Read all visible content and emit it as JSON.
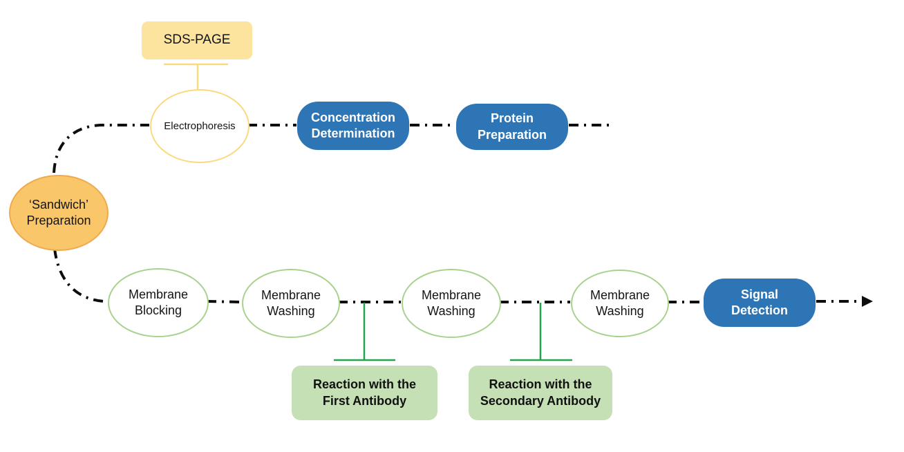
{
  "diagram": {
    "description": "Western blot workflow flowchart",
    "colors": {
      "yellow_box_fill": "#FCE49E",
      "yellow_connector": "#FBD97F",
      "orange_ellipse_fill": "#F9C66A",
      "orange_ellipse_border": "#EFA94E",
      "blue_box_fill": "#2E75B6",
      "blue_box_text": "#FFFFFF",
      "green_ellipse_border": "#A9D18E",
      "green_box_fill": "#C5E0B4",
      "green_connector": "#22A44F",
      "flow_line": "#0D0D0D"
    },
    "nodes": {
      "sds_page": {
        "label": "SDS-PAGE"
      },
      "electrophoresis": {
        "label": "Electrophoresis"
      },
      "concentration_determination": {
        "label": "Concentration\nDetermination"
      },
      "protein_preparation": {
        "label": "Protein\nPreparation"
      },
      "sandwich_preparation": {
        "label": "‘Sandwich’\nPreparation"
      },
      "membrane_blocking": {
        "label": "Membrane\nBlocking"
      },
      "membrane_washing_1": {
        "label": "Membrane\nWashing"
      },
      "membrane_washing_2": {
        "label": "Membrane\nWashing"
      },
      "membrane_washing_3": {
        "label": "Membrane\nWashing"
      },
      "signal_detection": {
        "label": "Signal\nDetection"
      },
      "reaction_first_antibody": {
        "label": "Reaction with the\nFirst Antibody"
      },
      "reaction_secondary_antibody": {
        "label": "Reaction with the\nSecondary Antibody"
      }
    }
  }
}
